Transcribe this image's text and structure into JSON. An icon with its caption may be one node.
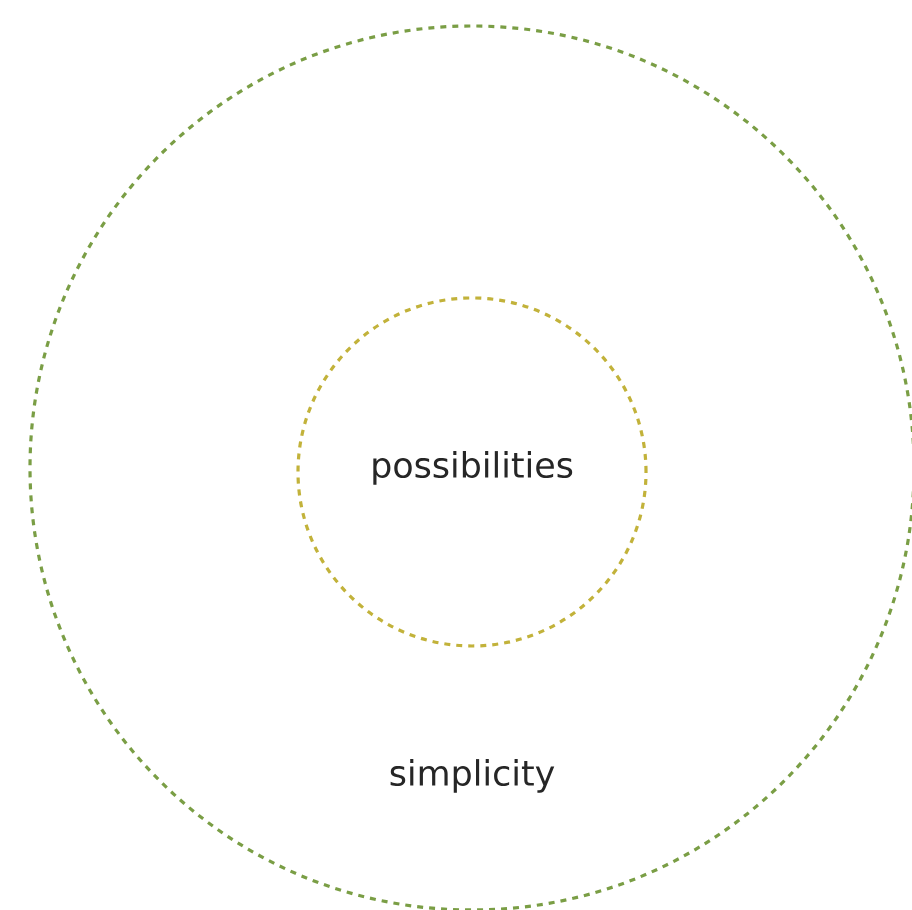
{
  "diagram": {
    "nodes": [
      {
        "text": [
          "simplicity"
        ]
      },
      {
        "text": [
          "possibilities"
        ],
        "in": 0
      }
    ]
  }
}
